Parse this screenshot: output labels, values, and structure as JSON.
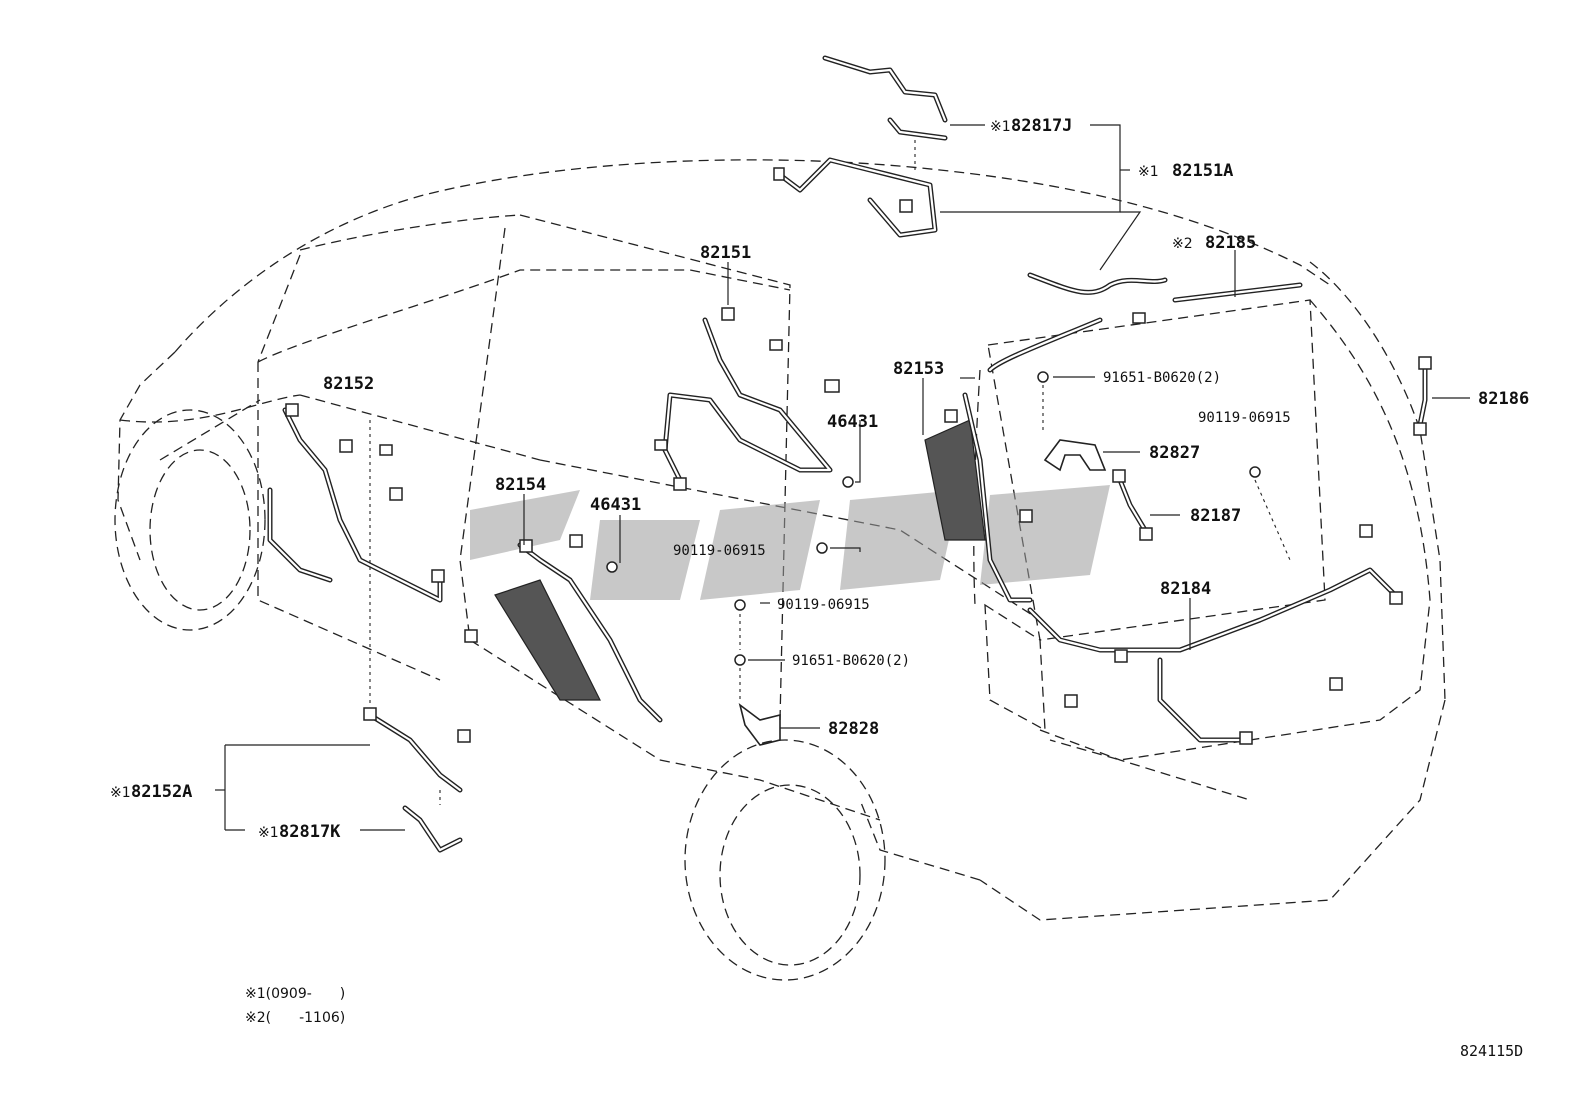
{
  "labels": {
    "p82817J": "82817J",
    "p82151A": "82151A",
    "p82185": "82185",
    "p82151": "82151",
    "p82153": "82153",
    "p91651_top": "91651-B0620(2)",
    "p82186": "82186",
    "p90119_right": "90119-06915",
    "p82152": "82152",
    "p46431_upper": "46431",
    "p82827": "82827",
    "p82154": "82154",
    "p46431_lower": "46431",
    "p82187": "82187",
    "p90119_mid": "90119-06915",
    "p90119_low": "90119-06915",
    "p82184": "82184",
    "p91651_low": "91651-B0620(2)",
    "p82828": "82828",
    "p82152A": "82152A",
    "p82817K": "82817K"
  },
  "marks": {
    "m1": "※1",
    "m2": "※2"
  },
  "notes": {
    "note1": "※1(0909-　　)",
    "note2": "※2(　　-1106)"
  },
  "figure_code": "824115D"
}
